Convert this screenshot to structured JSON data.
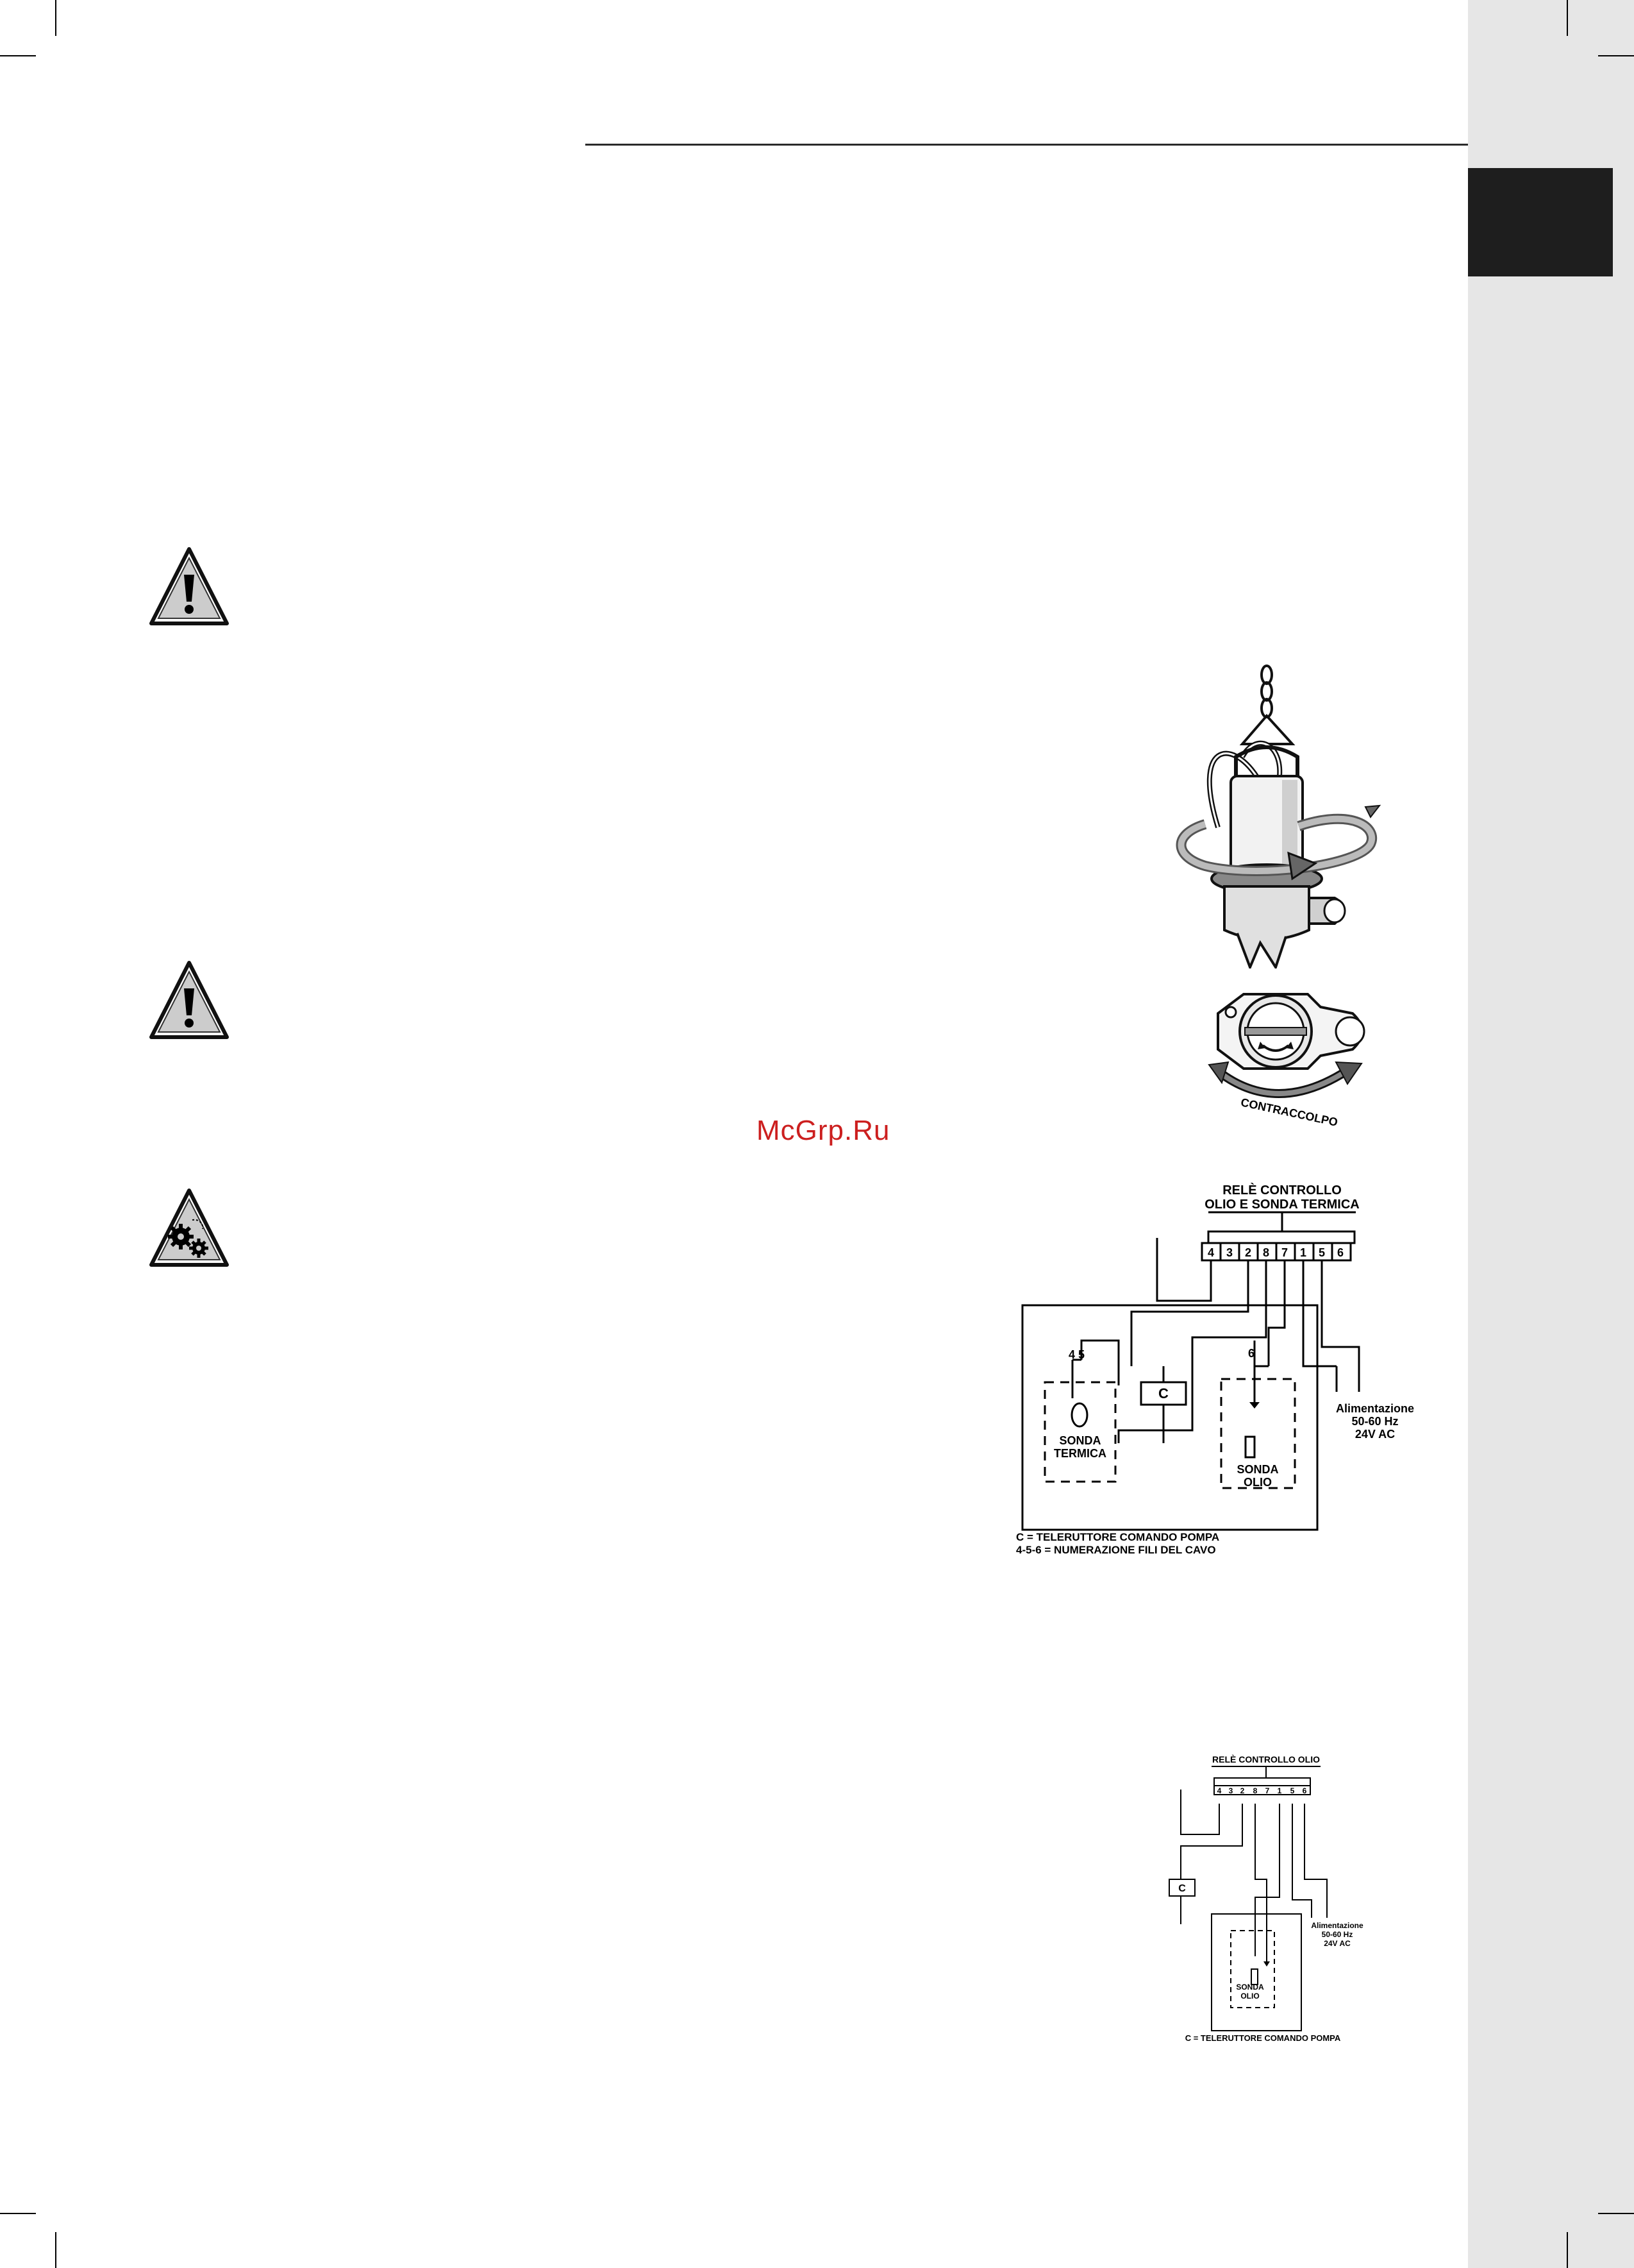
{
  "watermark": "McGrp.Ru",
  "icons": {
    "warning_1": "warning-triangle-icon",
    "warning_2": "warning-triangle-icon",
    "hazard": "rotating-parts-hazard-icon"
  },
  "figure_pump": {
    "caption": "CONTRACCOLPO"
  },
  "diagram_thermal_oil": {
    "title_line1": "RELÈ CONTROLLO",
    "title_line2": "OLIO E SONDA TERMICA",
    "terminals": [
      "4",
      "3",
      "2",
      "8",
      "7",
      "1",
      "5",
      "6"
    ],
    "wire_label_45": "4 5",
    "wire_label_6": "6",
    "contactor": "C",
    "thermal_probe_line1": "SONDA",
    "thermal_probe_line2": "TERMICA",
    "oil_probe_line1": "SONDA",
    "oil_probe_line2": "OLIO",
    "supply_line1": "Alimentazione",
    "supply_line2": "50-60 Hz",
    "supply_line3": "24V AC",
    "legend_line1": "C = TELERUTTORE COMANDO POMPA",
    "legend_line2": "4-5-6 = NUMERAZIONE FILI DEL CAVO"
  },
  "diagram_oil": {
    "title": "RELÈ CONTROLLO OLIO",
    "terminals": [
      "4",
      "3",
      "2",
      "8",
      "7",
      "1",
      "5",
      "6"
    ],
    "contactor": "C",
    "oil_probe_line1": "SONDA",
    "oil_probe_line2": "OLIO",
    "supply_line1": "Alimentazione",
    "supply_line2": "50-60 Hz",
    "supply_line3": "24V AC",
    "legend": "C = TELERUTTORE COMANDO POMPA"
  }
}
